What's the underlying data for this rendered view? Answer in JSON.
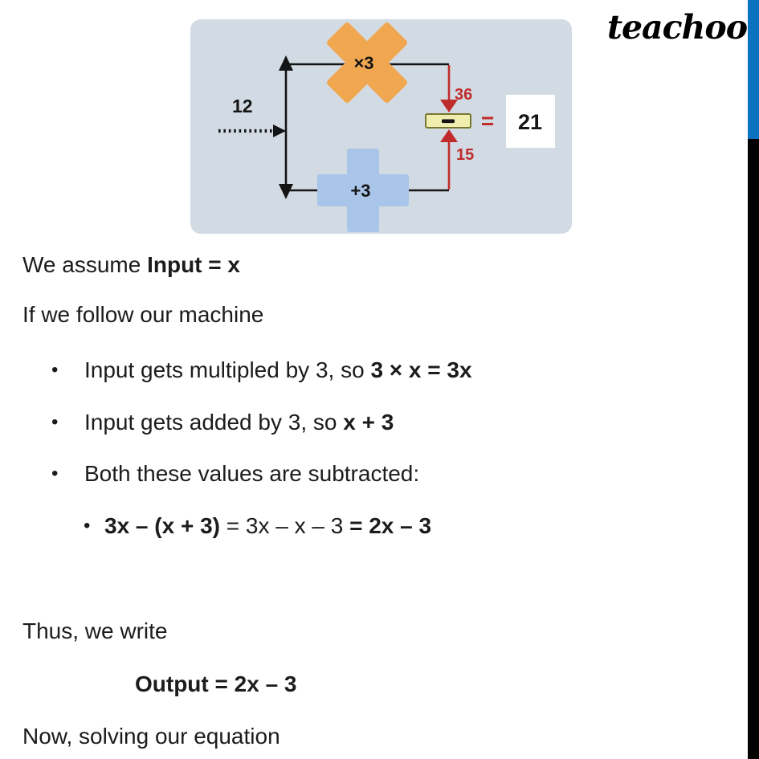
{
  "logo": "teachoo",
  "bars": {
    "blue": "#0b72bf",
    "black": "#000000"
  },
  "diagram": {
    "input": "12",
    "multiply": "×3",
    "add": "+3",
    "top_value": "36",
    "bottom_value": "15",
    "minus_sign": "−",
    "equals": "=",
    "result": "21",
    "colors": {
      "panel": "#d2dbe3",
      "multiply_cross": "#f1a750",
      "add_plus": "#a9c5e9",
      "red": "#c02b2b",
      "minus_box_fill": "#efeeaf",
      "minus_box_border": "#77762f"
    }
  },
  "content": {
    "bullet": "•",
    "assume_pre": "We assume ",
    "assume_bold": "Input = x",
    "follow": "If we follow our machine",
    "b1_pre": "Input gets multipled by 3, so ",
    "b1_bold": "3 × x = 3x",
    "b2_pre": "Input gets added by 3, so ",
    "b2_bold": "x + 3",
    "b3": "Both these values are subtracted:",
    "sub_bold1": "3x – (x + 3)",
    "sub_mid": " = 3x – x – 3 ",
    "sub_bold2": "= 2x – 3",
    "thus": "Thus, we write",
    "output_eq": "Output = 2x – 3",
    "now": "Now, solving our equation"
  }
}
